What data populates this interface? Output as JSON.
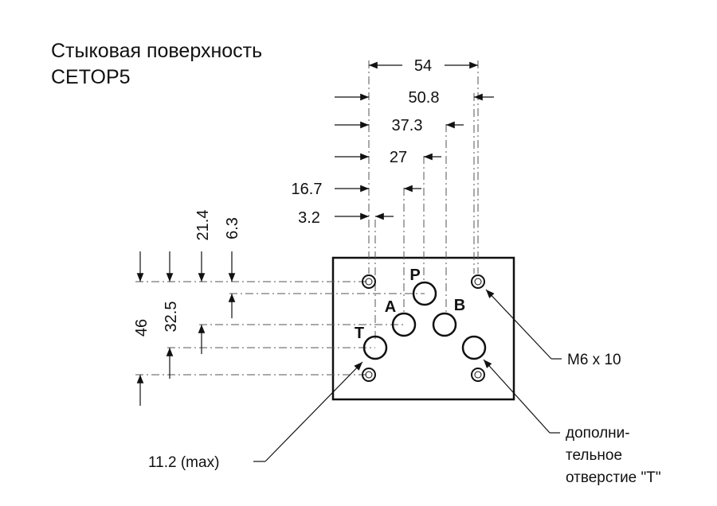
{
  "title": {
    "line1": "Стыковая поверхность",
    "line2": "CETOP5"
  },
  "dimensions": {
    "horizontal": [
      "54",
      "50.8",
      "37.3",
      "27",
      "16.7",
      "3.2"
    ],
    "vertical": [
      "21.4",
      "6.3",
      "46",
      "32.5"
    ]
  },
  "ports": {
    "p": "P",
    "a": "A",
    "b": "B",
    "t": "T"
  },
  "callouts": {
    "bolt": "M6 x 10",
    "tmax": "11.2 (max)",
    "extra_t": [
      "дополни-",
      "тельное",
      "отверстие \"T\""
    ]
  },
  "colors": {
    "line": "#111111",
    "thin": "#555555",
    "background": "#ffffff"
  }
}
